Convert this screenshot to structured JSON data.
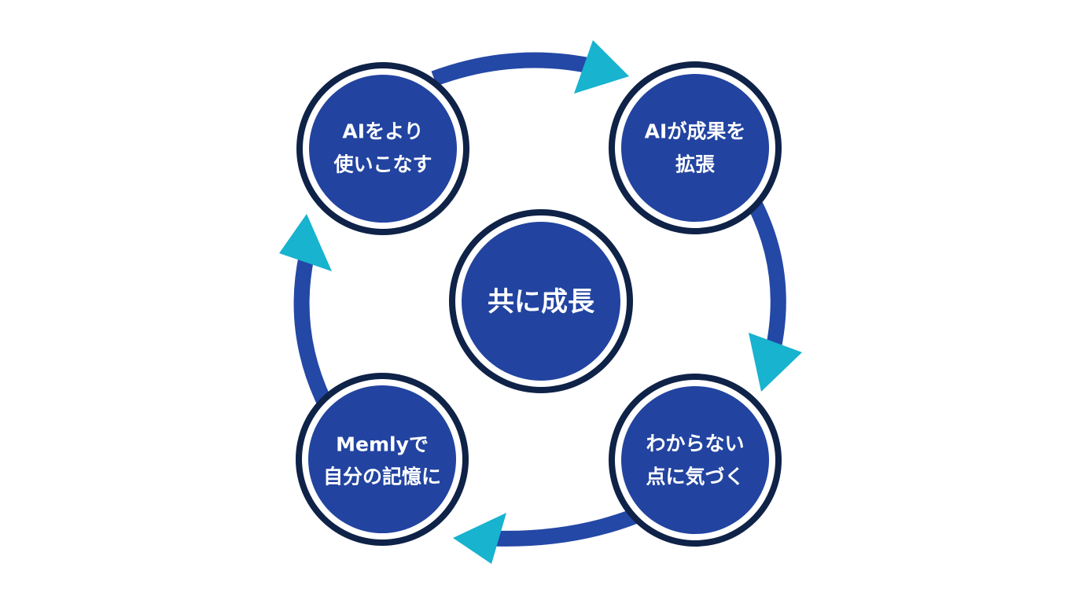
{
  "diagram": {
    "center": {
      "label": "共に成長"
    },
    "nodes": [
      {
        "id": "top-left",
        "lines": [
          "AIをより",
          "使いこなす"
        ]
      },
      {
        "id": "top-right",
        "lines": [
          "AIが成果を",
          "拡張"
        ]
      },
      {
        "id": "bottom-right",
        "lines": [
          "わからない",
          "点に気づく"
        ]
      },
      {
        "id": "bottom-left",
        "lines": [
          "Memlyで",
          "自分の記憶に"
        ]
      }
    ],
    "colors": {
      "circle_fill": "#2244a0",
      "circle_ring": "#0f2248",
      "arc": "#2448a6",
      "arrow": "#17b3cf",
      "text": "#ffffff"
    }
  }
}
